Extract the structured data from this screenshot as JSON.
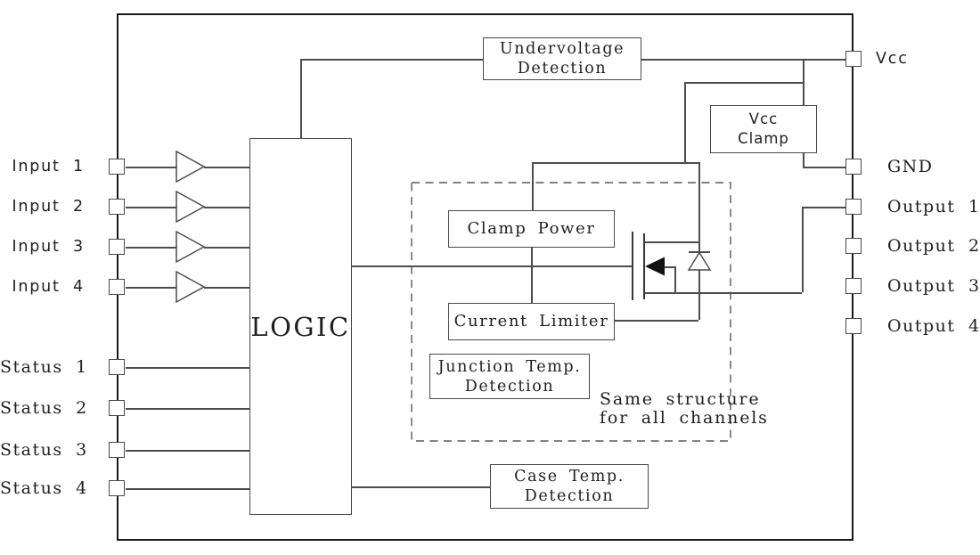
{
  "pins": {
    "left": [
      "Input 1",
      "Input 2",
      "Input 3",
      "Input 4",
      "Status 1",
      "Status 2",
      "Status 3",
      "Status 4"
    ],
    "right": [
      "Vcc",
      "GND",
      "Output 1",
      "Output 2",
      "Output 3",
      "Output 4"
    ]
  },
  "blocks": {
    "logic": {
      "label": "LOGIC"
    },
    "undervoltage_detection": {
      "lines": [
        "Undervoltage",
        "Detection"
      ]
    },
    "vcc_clamp": {
      "lines": [
        "Vcc",
        "Clamp"
      ]
    },
    "clamp_power": {
      "lines": [
        "Clamp Power"
      ]
    },
    "current_limiter": {
      "lines": [
        "Current Limiter"
      ]
    },
    "junction_temp_detection": {
      "lines": [
        "Junction Temp.",
        "Detection"
      ]
    },
    "case_temp_detection": {
      "lines": [
        "Case Temp.",
        "Detection"
      ]
    }
  },
  "annotations": {
    "channel_note": {
      "lines": [
        "Same structure",
        "for all channels"
      ]
    }
  },
  "symbols": {
    "input_buffer": "buffer-triangle",
    "output_transistor": "mosfet-with-body-diode"
  },
  "colors": {
    "background": "#ffffff",
    "outer_border": "#181818",
    "wire": "#4d4d4d",
    "text": "#1f1f1f"
  }
}
